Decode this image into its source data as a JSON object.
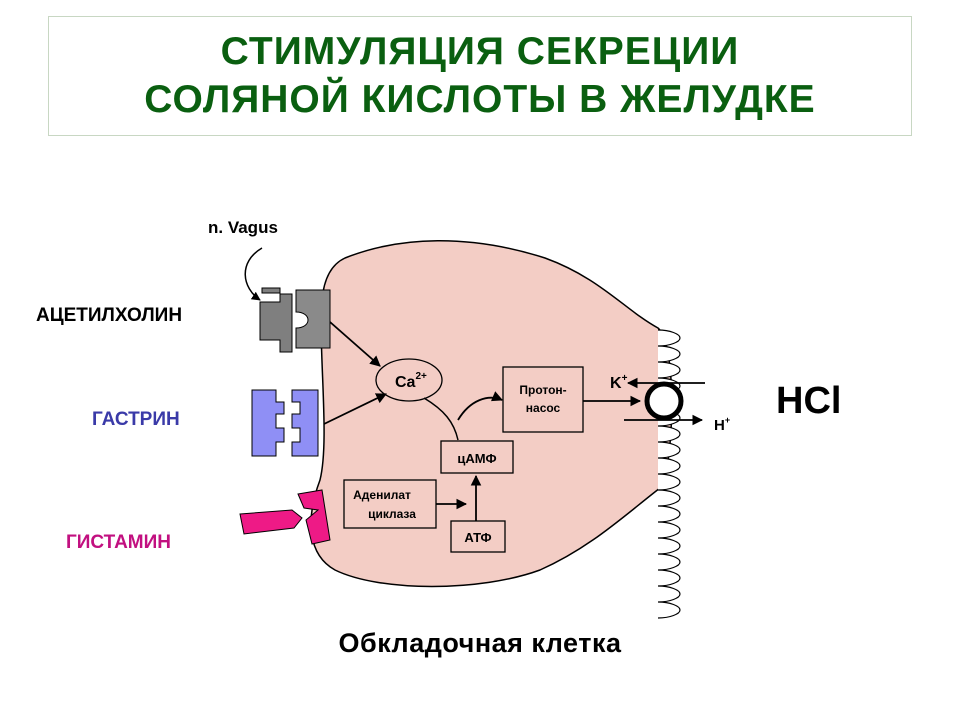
{
  "title": {
    "line1": "СТИМУЛЯЦИЯ СЕКРЕЦИИ",
    "line2": "СОЛЯНОЙ КИСЛОТЫ В ЖЕЛУДКЕ"
  },
  "colors": {
    "title": "#0a5f10",
    "cell_fill": "#f3cdc5",
    "acetylcholine": "#7f7f7f",
    "gastrin": "#8f8ff5",
    "gastrin_label": "#3a3aa8",
    "histamine": "#ee1a86",
    "histamine_label": "#c21080"
  },
  "labels": {
    "nerve": "n. Vagus",
    "acetylcholine": "АЦЕТИЛХОЛИН",
    "gastrin": "ГАСТРИН",
    "histamine": "ГИСТАМИН",
    "calcium": "Ca",
    "calcium_charge": "2+",
    "proton_pump_line1": "Протон-",
    "proton_pump_line2": "насос",
    "potassium": "K",
    "potassium_charge": "+",
    "hydrogen": "H",
    "hydrogen_charge": "+",
    "camp": "цАМФ",
    "adenylate_line1": "Аденилат",
    "adenylate_line2": "циклаза",
    "atp": "АТФ",
    "hcl": "HCl"
  },
  "caption": "Обкладочная клетка"
}
